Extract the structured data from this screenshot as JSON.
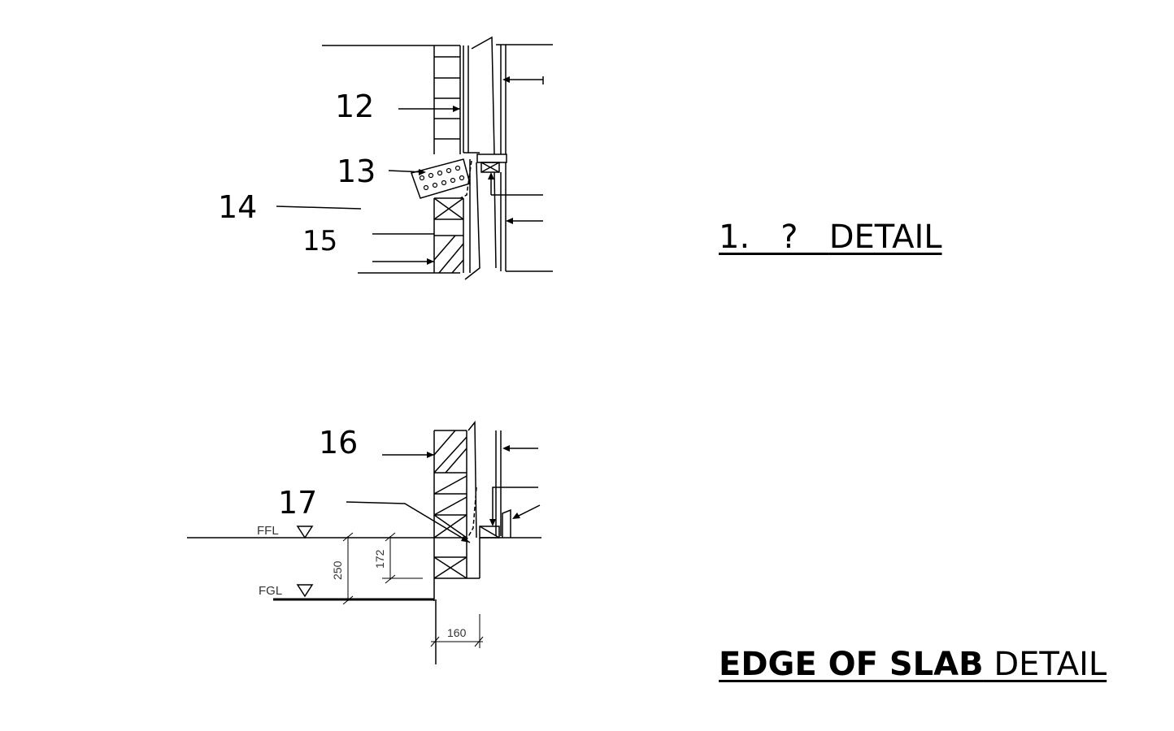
{
  "details": [
    {
      "title_prefix": "1.   ?   ",
      "title_suffix": "DETAIL",
      "callouts": [
        "12",
        "13",
        "14",
        "15"
      ]
    },
    {
      "title_bold": "EDGE OF SLAB",
      "title_regular": " DETAIL",
      "callouts": [
        "16",
        "17"
      ],
      "levels": [
        "FFL",
        "FGL"
      ],
      "dimensions": [
        "250",
        "172",
        "160"
      ]
    }
  ]
}
